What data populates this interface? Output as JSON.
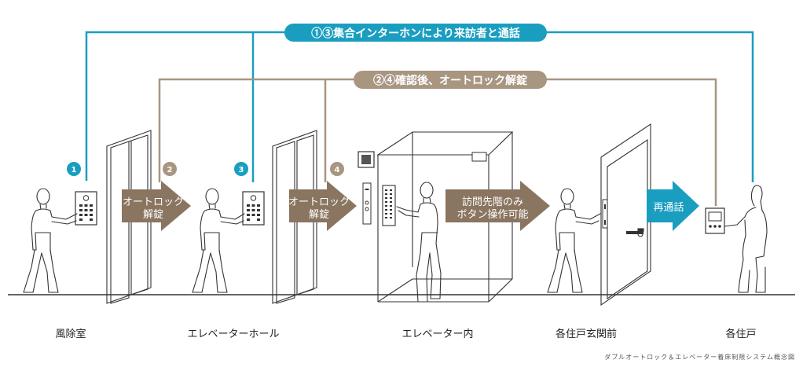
{
  "colors": {
    "blue": "#1a9ec0",
    "tan": "#a89680",
    "brown": "#8a7560",
    "ink": "#333333"
  },
  "top_labels": {
    "blue_pill": "①③集合インターホンにより来訪者と通話",
    "tan_pill": "②④確認後、オートロック解錠"
  },
  "markers": [
    "1",
    "2",
    "3",
    "4"
  ],
  "arrows": [
    {
      "line1": "オートロック",
      "line2": "解錠"
    },
    {
      "line1": "オートロック",
      "line2": "解錠"
    },
    {
      "line1": "訪問先階のみ",
      "line2": "ボタン操作可能"
    },
    {
      "line1": "再通話",
      "line2": ""
    }
  ],
  "locations": [
    "風除室",
    "エレベーターホール",
    "エレベーター内",
    "各住戸玄関前",
    "各住戸"
  ],
  "note": "ダブルオートロック＆エレベーター着床制限システム概念図"
}
